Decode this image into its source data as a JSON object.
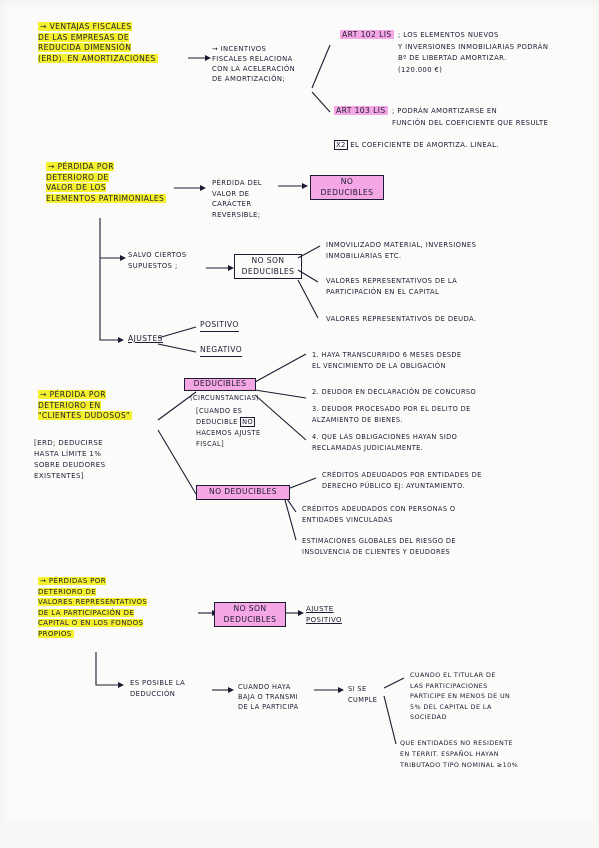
{
  "block1": {
    "title": "→ VENTAJAS FISCALES\nDE LAS EMPRESAS DE\nREDUCIDA DIMENSIÓN\n(ERD). EN AMORTIZACIONES",
    "incentivos": "→ INCENTIVOS\nFISCALES RELACIONA\nCON LA ACELERACIÓN\nDE AMORTIZACIÓN;",
    "art102": "ART 102 LIS",
    "art102_text": "; LOS ELEMENTOS NUEVOS\nY INVERSIONES INMOBILIARIAS PODRÁN\nBº DE LIBERTAD AMORTIZAR.\n(120.000 €)",
    "art103": "ART 103 LIS",
    "art103_text": "; PODRÁN AMORTIZARSE EN\nFUNCIÓN DEL COEFICIENTE QUE RESULTE",
    "x2": "X2",
    "art103_tail": "EL COEFICIENTE DE AMORTIZA. LINEAL."
  },
  "block2": {
    "title": "→ PÉRDIDA POR\nDETERIORO DE\nVALOR DE LOS\nELEMENTOS PATRIMONIALES",
    "perdida_del": "PÉRDIDA DEL\nVALOR DE\nCARÁCTER\nREVERSIBLE;",
    "no_deducibles": "NO\nDEDUCIBLES",
    "salvo": "SALVO CIERTOS\nSUPUESTOS ;",
    "no_son_deducibles": "NO SON\nDEDUCIBLES",
    "item1": "INMOVILIZADO MATERIAL, INVERSIONES\nINMOBILIARIAS ETC.",
    "item2": "VALORES REPRESENTATIVOS DE LA\nPARTICIPACIÓN EN EL CAPITAL",
    "item3": "VALORES REPRESENTATIVOS DE DEUDA.",
    "ajustes": "AJUSTES",
    "positivo": "POSITIVO",
    "negativo": "NEGATIVO"
  },
  "block3": {
    "title": "→ PÉRDIDA POR\nDETERIORO EN\n\"CLIENTES DUDOSOS\"",
    "erd_note": "[ERD; DEDUCIRSE\nHASTA LÍMITE 1%\nSOBRE DEUDORES\nEXISTENTES]",
    "deducibles": "DEDUCIBLES",
    "circunstancias": "(CIRCUNSTANCIAS)",
    "cuando1": "[CUANDO ES\nDEDUCIBLE",
    "no_box": "NO",
    "cuando2": "HACEMOS AJUSTE\nFISCAL]",
    "cond1": "1. HAYA TRANSCURRIDO 6 MESES DESDE\nEL VENCIMIENTO DE LA OBLIGACIÓN",
    "cond2": "2. DEUDOR EN DECLARACIÓN DE CONCURSO",
    "cond3": "3. DEUDOR PROCESADO POR EL DELITO DE\nALZAMIENTO DE BIENES.",
    "cond4": "4. QUE LAS OBLIGACIONES HAYAN SIDO\nRECLAMADAS JUDICIALMENTE.",
    "no_deducibles": "NO DEDUCIBLES",
    "nd1": "CRÉDITOS ADEUDADOS POR ENTIDADES DE\nDERECHO PÚBLICO EJ: AYUNTAMIENTO.",
    "nd2": "CRÉDITOS ADEUDADOS CON PERSONAS O\nENTIDADES VINCULADAS",
    "nd3": "ESTIMACIONES GLOBALES DEL RIESGO DE\nINSOLVENCIA DE CLIENTES Y DEUDORES"
  },
  "block4": {
    "title": "→ PÉRDIDAS POR\nDETERIORO DE\nVALORES REPRESENTATIVOS\nDE LA PARTICIPACIÓN DE\nCAPITAL O EN LOS FONDOS\nPROPIOS",
    "no_son_deducibles": "NO SON\nDEDUCIBLES",
    "ajuste_positivo": "AJUSTE\nPOSITIVO",
    "es_posible": "ES POSIBLE LA\nDEDUCCIÓN",
    "cuando_haya": "CUANDO HAYA\nBAJA O TRANSMI\nDE LA PARTICIPA",
    "si_se_cumple": "SI SE\nCUMPLE",
    "cond1": "CUANDO EL TITULAR DE\nLAS PARTICIPACIONES\nPARTICIPE EN MENOS DE UN\n5% DEL CAPITAL DE LA\nSOCIEDAD",
    "cond2": "QUE ENTIDADES NO RESIDENTE\nEN TERRIT. ESPAÑOL HAYAN\nTRIBUTADO TIPO NOMINAL ≥10%"
  }
}
